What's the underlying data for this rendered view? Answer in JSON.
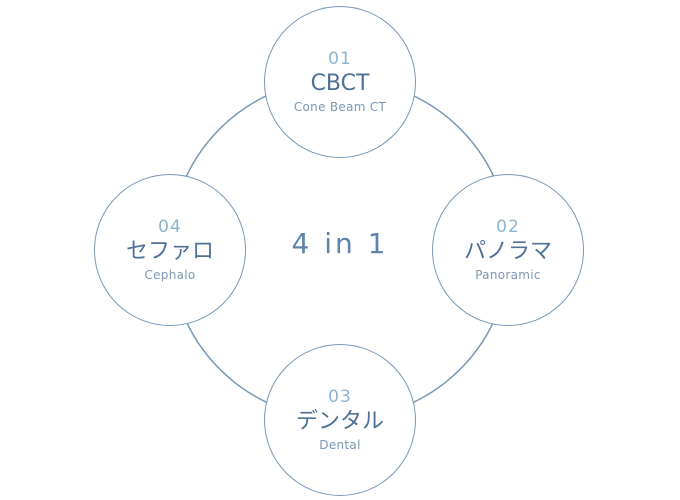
{
  "diagram": {
    "center_label": "4 in 1",
    "nodes": [
      {
        "number": "01",
        "label": "CBCT",
        "sublabel": "Cone Beam CT"
      },
      {
        "number": "02",
        "label": "パノラマ",
        "sublabel": "Panoramic"
      },
      {
        "number": "03",
        "label": "デンタル",
        "sublabel": "Dental"
      },
      {
        "number": "04",
        "label": "セファロ",
        "sublabel": "Cephalo"
      }
    ]
  },
  "colors": {
    "stroke": "#7a98b8",
    "number": "#8cb4d2",
    "label": "#4f7196",
    "sublabel": "#7c98b4",
    "center": "#5f84ab",
    "background": "#ffffff"
  }
}
